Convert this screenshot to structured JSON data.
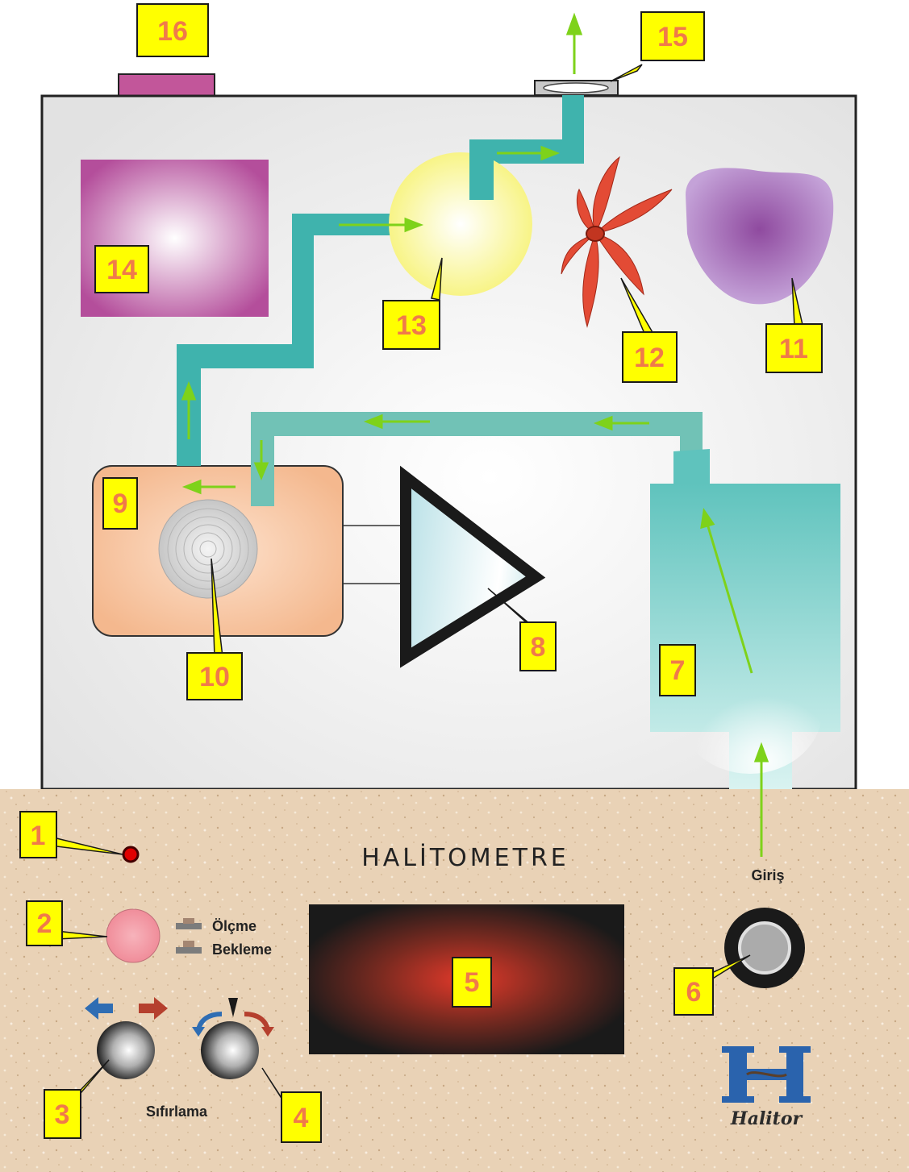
{
  "panel": {
    "title": "HALİTOMETRE",
    "inlet_label": "Giriş",
    "mode_measure": "Ölçme",
    "mode_standby": "Bekleme",
    "reset_label": "Sıfırlama",
    "logo_text": "Halitor"
  },
  "callouts": [
    "1",
    "2",
    "3",
    "4",
    "5",
    "6",
    "7",
    "8",
    "9",
    "10",
    "11",
    "12",
    "13",
    "14",
    "15",
    "16"
  ],
  "colors": {
    "callout_fill": "#ffff00",
    "callout_text": "#f07a4a",
    "arrow": "#7ed21a",
    "duct": "#3fb3ad",
    "led": "#e00000"
  }
}
